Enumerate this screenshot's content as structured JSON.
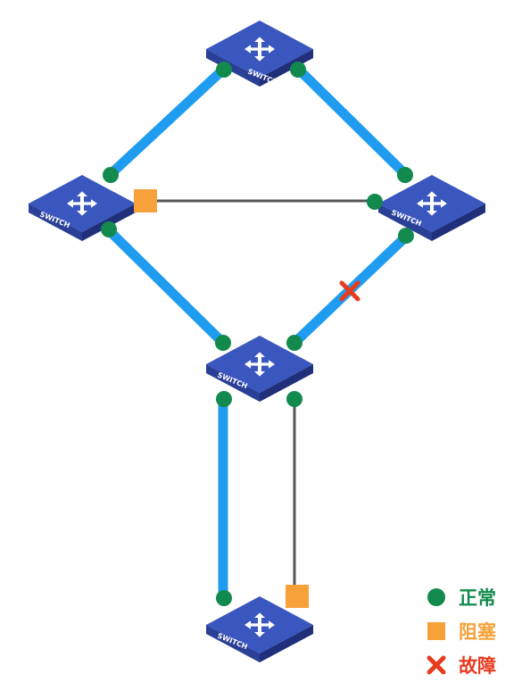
{
  "switch_label": "SWITCH",
  "switches": [
    {
      "id": "top"
    },
    {
      "id": "left"
    },
    {
      "id": "right"
    },
    {
      "id": "middle"
    },
    {
      "id": "bottom"
    }
  ],
  "links": [
    {
      "id": "top-left",
      "state": "forwarding"
    },
    {
      "id": "top-right",
      "state": "forwarding"
    },
    {
      "id": "left-right",
      "state": "blocked"
    },
    {
      "id": "left-middle",
      "state": "forwarding"
    },
    {
      "id": "right-middle",
      "state": "forwarding",
      "fault": true
    },
    {
      "id": "middle-bottom-a",
      "state": "forwarding"
    },
    {
      "id": "middle-bottom-b",
      "state": "blocked"
    }
  ],
  "legend": {
    "normal": "正常",
    "blocked": "阻塞",
    "fault": "故障"
  },
  "colors": {
    "link_active": "#1f9cf0",
    "link_blocked": "#555555",
    "port_normal": "#128a4d",
    "port_blocked": "#f7a13a",
    "fault": "#e63b1e",
    "switch_top": "#3a56bf",
    "switch_side": "#202f7a",
    "switch_front": "#2a3f96"
  }
}
